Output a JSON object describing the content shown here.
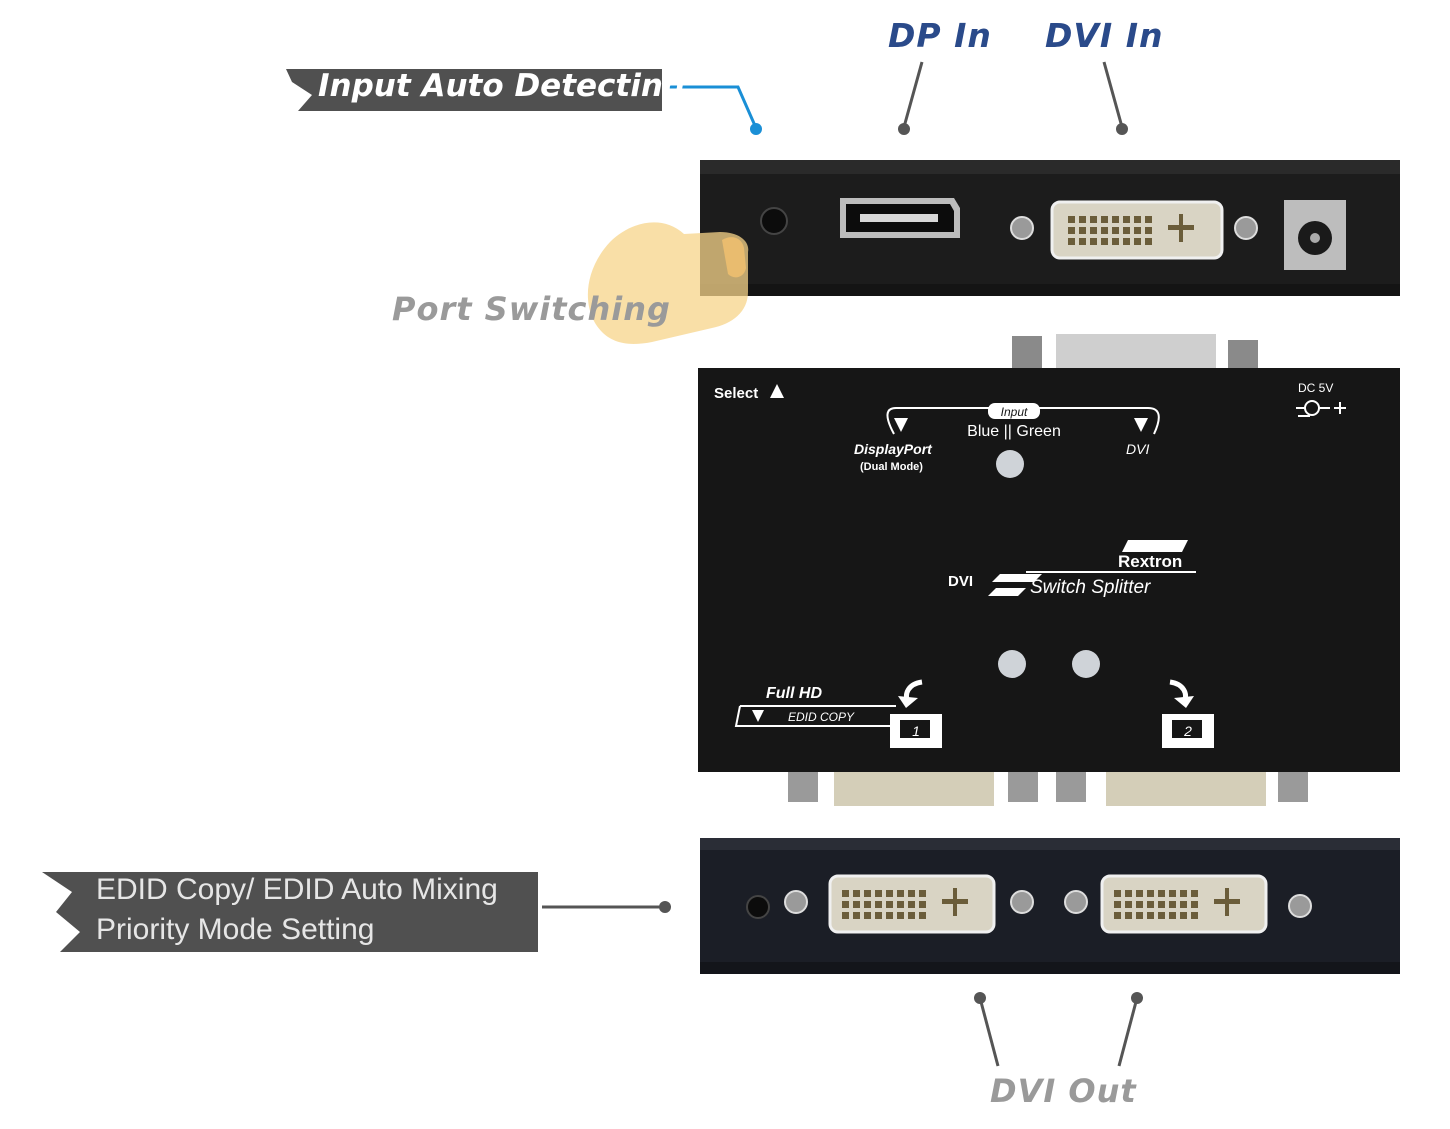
{
  "callouts": {
    "input_auto_detecting": "Input Auto Detecting",
    "dp_in": "DP In",
    "dvi_in": "DVI In",
    "port_switching": "Port Switching",
    "edid_line1": "EDID Copy/ EDID Auto Mixing",
    "edid_line2": "Priority Mode Setting",
    "dvi_out": "DVI Out"
  },
  "device_top": {
    "select": "Select",
    "input_title": "Input",
    "led_colors": "Blue || Green",
    "displayport": "DisplayPort",
    "dual_mode": "(Dual Mode)",
    "dvi": "DVI",
    "dc_label": "DC 5V",
    "brand": "Rextron",
    "product_prefix": "DVI",
    "product_name": "Switch Splitter",
    "full_hd": "Full HD",
    "edid_copy": "EDID COPY",
    "out1": "1",
    "out2": "2"
  },
  "colors": {
    "banner_bg": "#505050",
    "device_body": "#1e1e1e",
    "accent_line": "#1a8fd6",
    "callout_blue": "#2a4a8a",
    "callout_grey": "#9a9a9a"
  },
  "icons": [
    "hand-press-icon",
    "monitor-1-icon",
    "monitor-2-icon",
    "dc-power-symbol-icon"
  ]
}
